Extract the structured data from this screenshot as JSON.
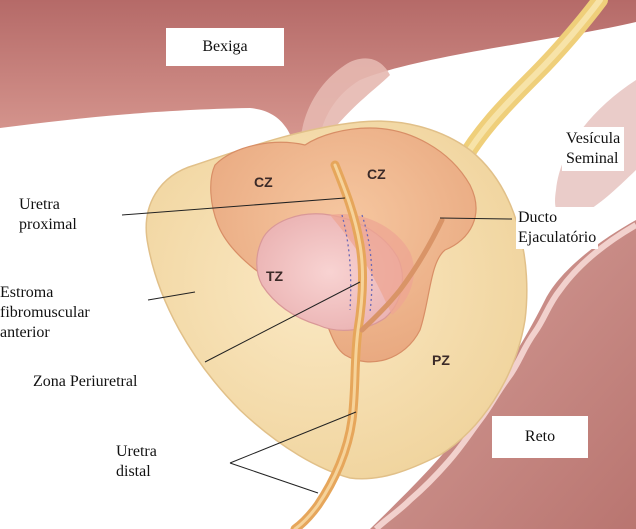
{
  "labels": {
    "bexiga": "Bexiga",
    "vesicula_line1": "Vesícula",
    "vesicula_line2": "Seminal",
    "uretra_proximal_line1": "Uretra",
    "uretra_proximal_line2": "proximal",
    "ducto_line1": "Ducto",
    "ducto_line2": "Ejaculatório",
    "estroma_line1": "Estroma",
    "estroma_line2": "fibromuscular",
    "estroma_line3": "anterior",
    "zona_periuretral": "Zona Periuretral",
    "uretra_distal_line1": "Uretra",
    "uretra_distal_line2": "distal",
    "reto": "Reto"
  },
  "zones": {
    "cz_left": "CZ",
    "cz_right": "CZ",
    "tz": "TZ",
    "pz": "PZ"
  },
  "colors": {
    "bladder": "#c97f7b",
    "rectum": "#c98b86",
    "stroma": "#f6dfae",
    "central_zone": "#efb48c",
    "transition_zone": "#f2c0bf",
    "urethra": "#e3a85a"
  }
}
